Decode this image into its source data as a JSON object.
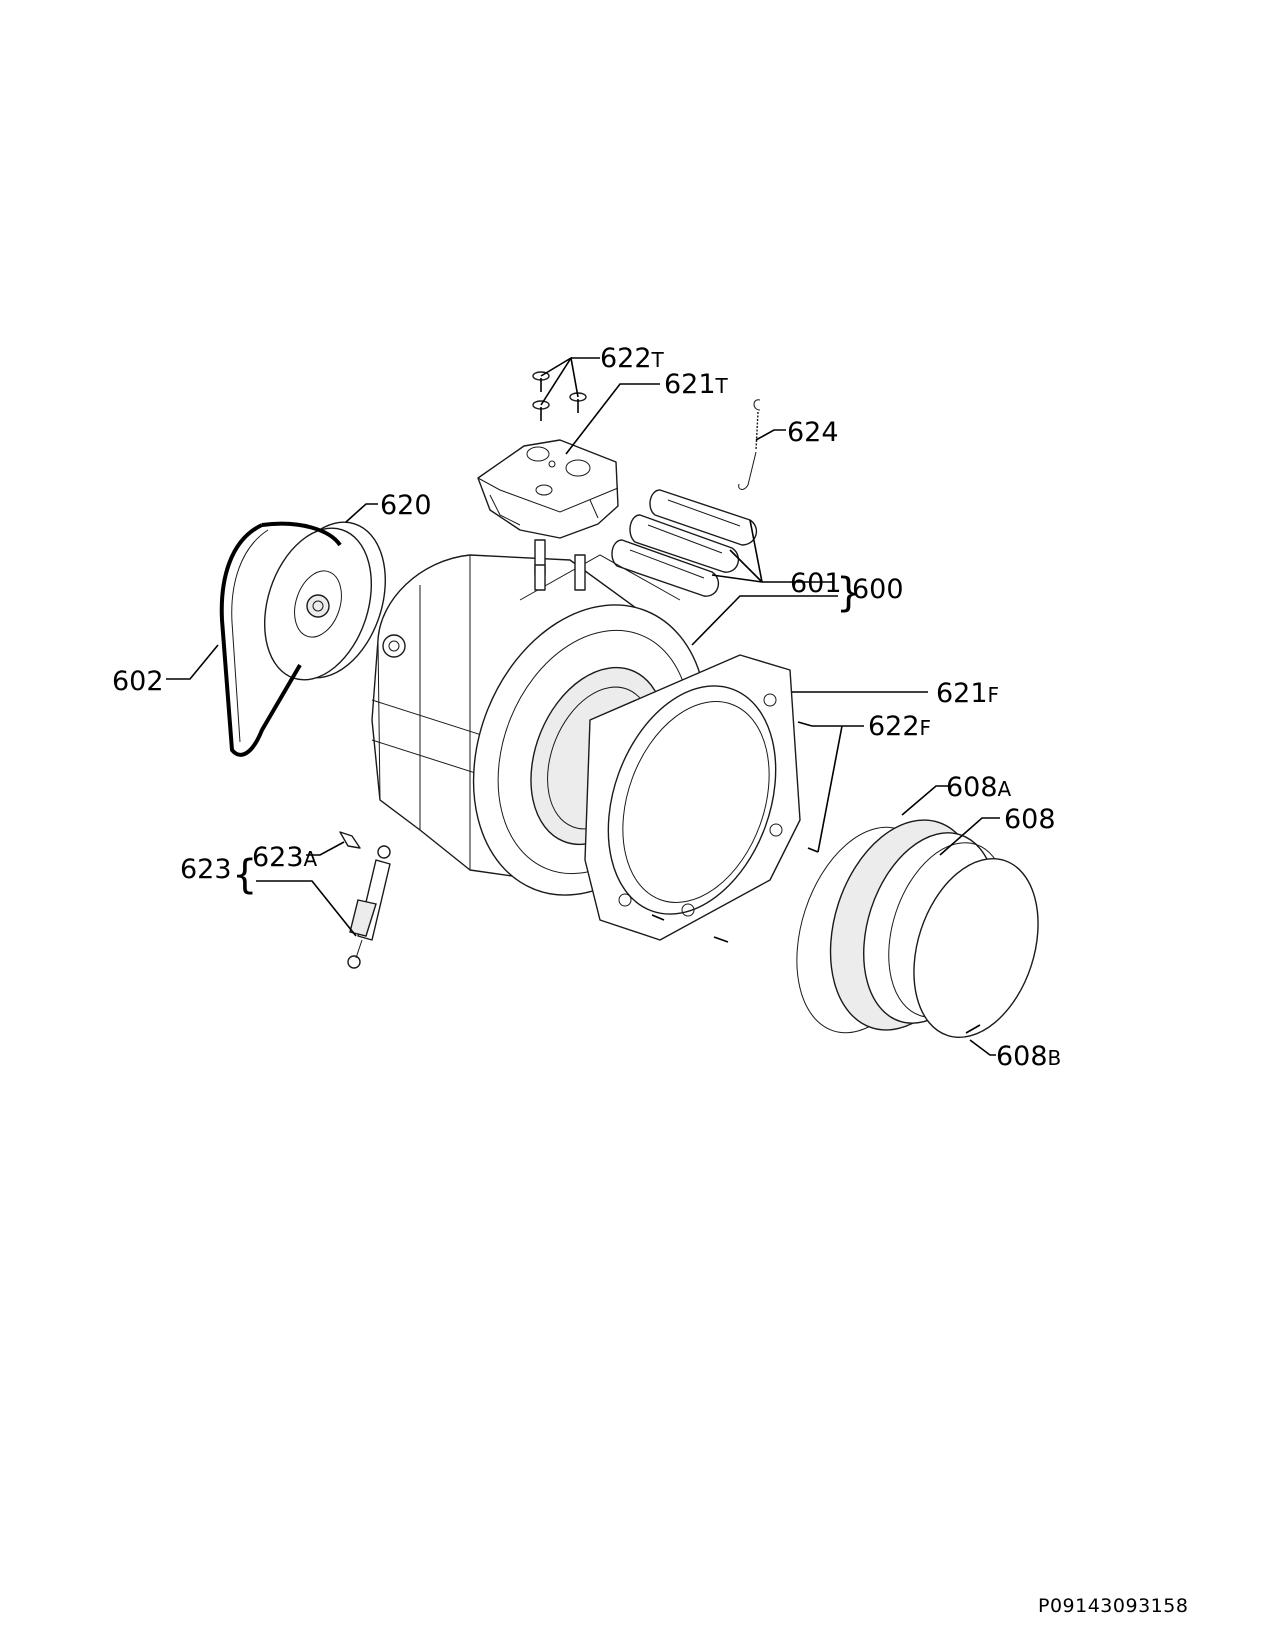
{
  "diagram": {
    "callouts": {
      "c622t": {
        "num": "622",
        "sfx": "T"
      },
      "c621t": {
        "num": "621",
        "sfx": "T"
      },
      "c624": {
        "num": "624",
        "sfx": ""
      },
      "c620": {
        "num": "620",
        "sfx": ""
      },
      "c602": {
        "num": "602",
        "sfx": ""
      },
      "c601": {
        "num": "601",
        "sfx": ""
      },
      "c600": {
        "num": "600",
        "sfx": ""
      },
      "c621f": {
        "num": "621",
        "sfx": "F"
      },
      "c622f": {
        "num": "622",
        "sfx": "F"
      },
      "c608a": {
        "num": "608",
        "sfx": "A"
      },
      "c608": {
        "num": "608",
        "sfx": ""
      },
      "c623": {
        "num": "623",
        "sfx": ""
      },
      "c623a": {
        "num": "623",
        "sfx": "A"
      },
      "c608b": {
        "num": "608",
        "sfx": "B"
      }
    },
    "document_code": "P09143093158"
  }
}
